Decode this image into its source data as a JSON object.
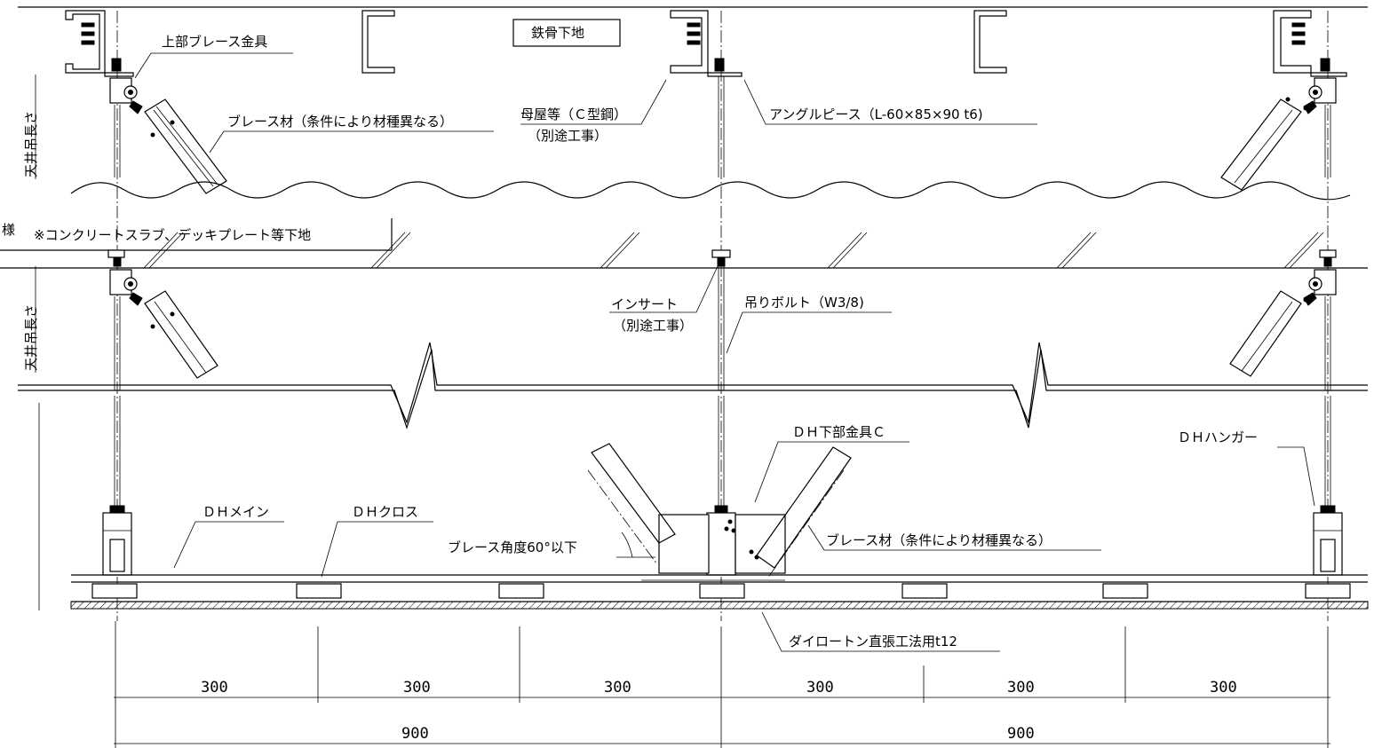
{
  "labels": {
    "steel_base": "鉄骨下地",
    "upper_brace_fitting": "上部ブレース金具",
    "brace_member_top": "ブレース材（条件により材種異なる）",
    "purlin": "母屋等（Ｃ型鋼）",
    "purlin_note": "（別途工事）",
    "angle_piece": "アングルピース（L-60×85×90 t6)",
    "ceiling_len_1": "天井吊長さ",
    "ceiling_len_2": "天井吊長さ",
    "spec_edge": "様",
    "concrete_note": "※コンクリートスラブ、デッキプレート等下地",
    "insert": "インサート",
    "insert_note": "（別途工事）",
    "hanging_bolt": "吊りボルト（W3/8)",
    "dh_lower_fitting": "ＤＨ下部金具Ｃ",
    "dh_hanger": "ＤＨハンガー",
    "dh_main": "ＤＨメイン",
    "dh_cross": "ＤＨクロス",
    "brace_angle": "ブレース角度60°以下",
    "brace_member_bottom": "ブレース材（条件により材種異なる）",
    "board": "ダイロートン直張工法用t12"
  },
  "dimensions": {
    "spans_300": [
      "300",
      "300",
      "300",
      "300",
      "300",
      "300"
    ],
    "spans_900": [
      "900",
      "900"
    ]
  }
}
